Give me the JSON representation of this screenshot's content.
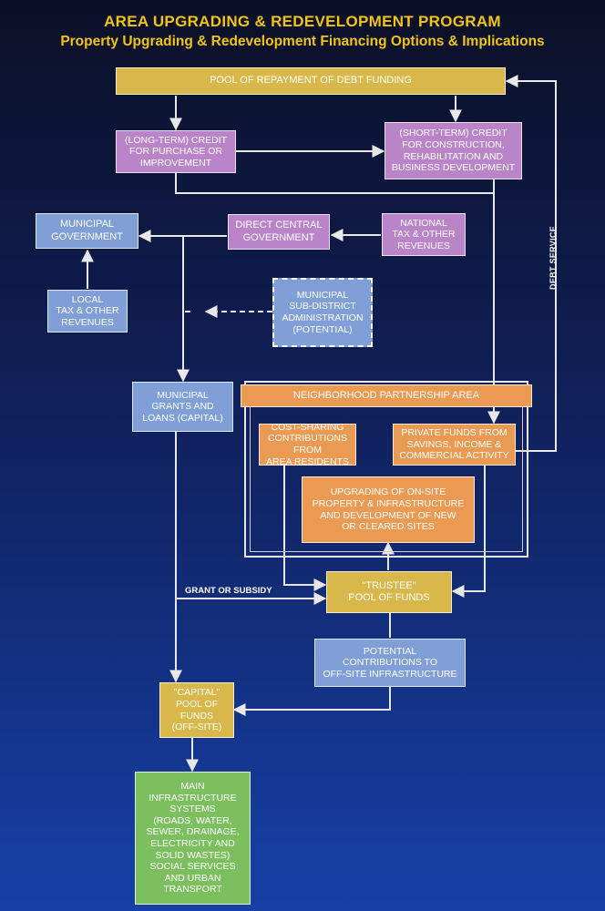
{
  "header": {
    "title": "AREA UPGRADING & REDEVELOPMENT PROGRAM",
    "subtitle": "Property Upgrading & Redevelopment Financing Options & Implications"
  },
  "nodes": {
    "pool_repayment": "POOL OF REPAYMENT OF DEBT FUNDING",
    "long_term_credit": "(LONG-TERM) CREDIT\nFOR PURCHASE OR\nIMPROVEMENT",
    "short_term_credit": "(SHORT-TERM) CREDIT\nFOR CONSTRUCTION,\nREHABILITATION AND\nBUSINESS DEVELOPMENT",
    "municipal_government": "MUNICIPAL\nGOVERNMENT",
    "direct_central_government": "DIRECT CENTRAL\nGOVERNMENT",
    "national_tax": "NATIONAL\nTAX & OTHER\nREVENUES",
    "local_tax": "LOCAL\nTAX & OTHER\nREVENUES",
    "sub_district": "MUNICIPAL\nSUB-DISTRICT\nADMINISTRATION\n(POTENTIAL)",
    "municipal_grants": "MUNICIPAL\nGRANTS AND\nLOANS (CAPITAL)",
    "neighborhood_partnership": "NEIGHBORHOOD PARTNERSHIP AREA",
    "cost_sharing": "COST-SHARING\nCONTRIBUTIONS FROM\nAREA RESIDENTS",
    "private_funds": "PRIVATE FUNDS FROM\nSAVINGS, INCOME &\nCOMMERCIAL ACTIVITY",
    "upgrading": "UPGRADING OF ON-SITE\nPROPERTY & INFRASTRUCTURE\nAND DEVELOPMENT OF NEW\nOR CLEARED SITES",
    "trustee_pool": "\"TRUSTEE\"\nPOOL OF FUNDS",
    "potential_contributions": "POTENTIAL\nCONTRIBUTIONS TO\nOFF-SITE INFRASTRUCTURE",
    "capital_pool": "\"CAPITAL\"\nPOOL OF\nFUNDS\n(OFF-SITE)",
    "main_infrastructure": "MAIN\nINFRASTRUCTURE\nSYSTEMS\n(ROADS, WATER,\nSEWER, DRAINAGE,\nELECTRICITY AND\nSOLID WASTES)\nSOCIAL SERVICES\nAND URBAN\nTRANSPORT"
  },
  "labels": {
    "debt_service": "DEBT SERVICE",
    "grant_or_subsidy": "GRANT OR SUBSIDY"
  },
  "colors": {
    "title": "#f2c418",
    "yellow_box": "#d8b84a",
    "purple_box": "#b985c8",
    "blue_box": "#7f9fd6",
    "orange_box": "#ea9a52",
    "green_box": "#7cbf5f",
    "connector": "#e8e8e8"
  }
}
